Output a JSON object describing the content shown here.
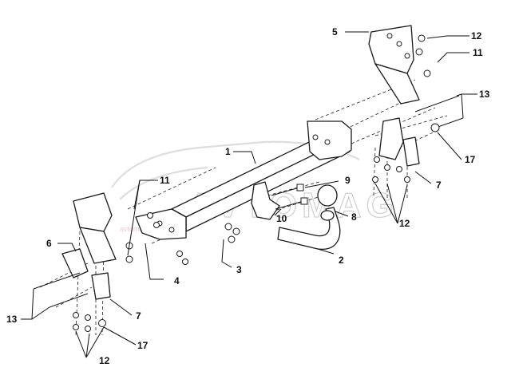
{
  "diagram": {
    "type": "exploded-parts-diagram",
    "callouts": [
      {
        "id": "c1",
        "label": "1"
      },
      {
        "id": "c2",
        "label": "2"
      },
      {
        "id": "c3",
        "label": "3"
      },
      {
        "id": "c4",
        "label": "4"
      },
      {
        "id": "c5",
        "label": "5"
      },
      {
        "id": "c6",
        "label": "6"
      },
      {
        "id": "c7a",
        "label": "7"
      },
      {
        "id": "c7b",
        "label": "7"
      },
      {
        "id": "c8",
        "label": "8"
      },
      {
        "id": "c9",
        "label": "9"
      },
      {
        "id": "c10",
        "label": "10"
      },
      {
        "id": "c11a",
        "label": "11"
      },
      {
        "id": "c11b",
        "label": "11"
      },
      {
        "id": "c12a",
        "label": "12"
      },
      {
        "id": "c12b",
        "label": "12"
      },
      {
        "id": "c12c",
        "label": "12"
      },
      {
        "id": "c13a",
        "label": "13"
      },
      {
        "id": "c13b",
        "label": "13"
      },
      {
        "id": "c17a",
        "label": "17"
      },
      {
        "id": "c17b",
        "label": "17"
      }
    ],
    "watermark": {
      "text": "AVTOMAG",
      "subtext": "avtomag.com.ua"
    }
  }
}
